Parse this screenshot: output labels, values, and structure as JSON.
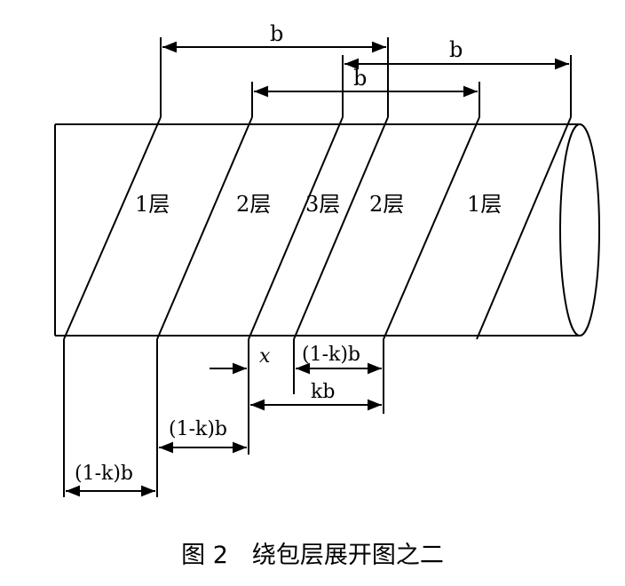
{
  "dimensions": {
    "top_b1": "b",
    "top_b2": "b",
    "top_b3": "b",
    "x": "x",
    "one_minus_k_b_right": "(1-k)b",
    "k_b": "kb",
    "one_minus_k_b_middle": "(1-k)b",
    "one_minus_k_b_left": "(1-k)b"
  },
  "layers": [
    "1层",
    "2层",
    "3层",
    "2层",
    "1层"
  ],
  "caption": "图 2　绕包层展开图之二"
}
